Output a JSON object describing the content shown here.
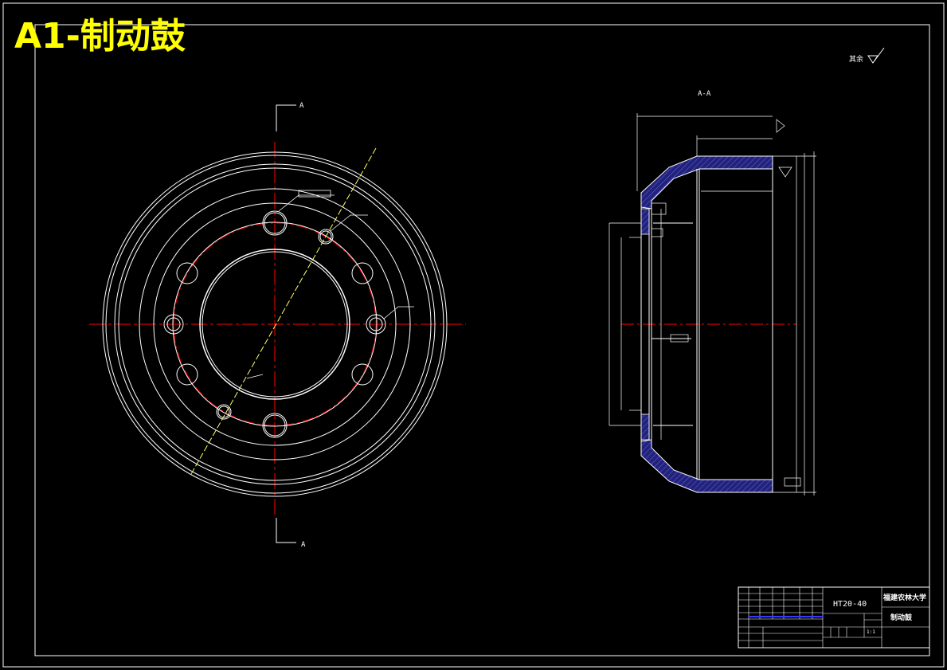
{
  "title": "A1-制动鼓",
  "section_marker": "A",
  "section_view_label": "A-A",
  "surface_note": "其余",
  "title_block": {
    "material": "HT20-40",
    "university": "福建农林大学",
    "part_name": "制动鼓",
    "scale": "1:1"
  },
  "colors": {
    "background": "#000000",
    "lines": "#ffffff",
    "centerline": "#ff0000",
    "hatch": "#2a2aa0",
    "title": "#ffff00",
    "cutline": "#ffff66"
  }
}
